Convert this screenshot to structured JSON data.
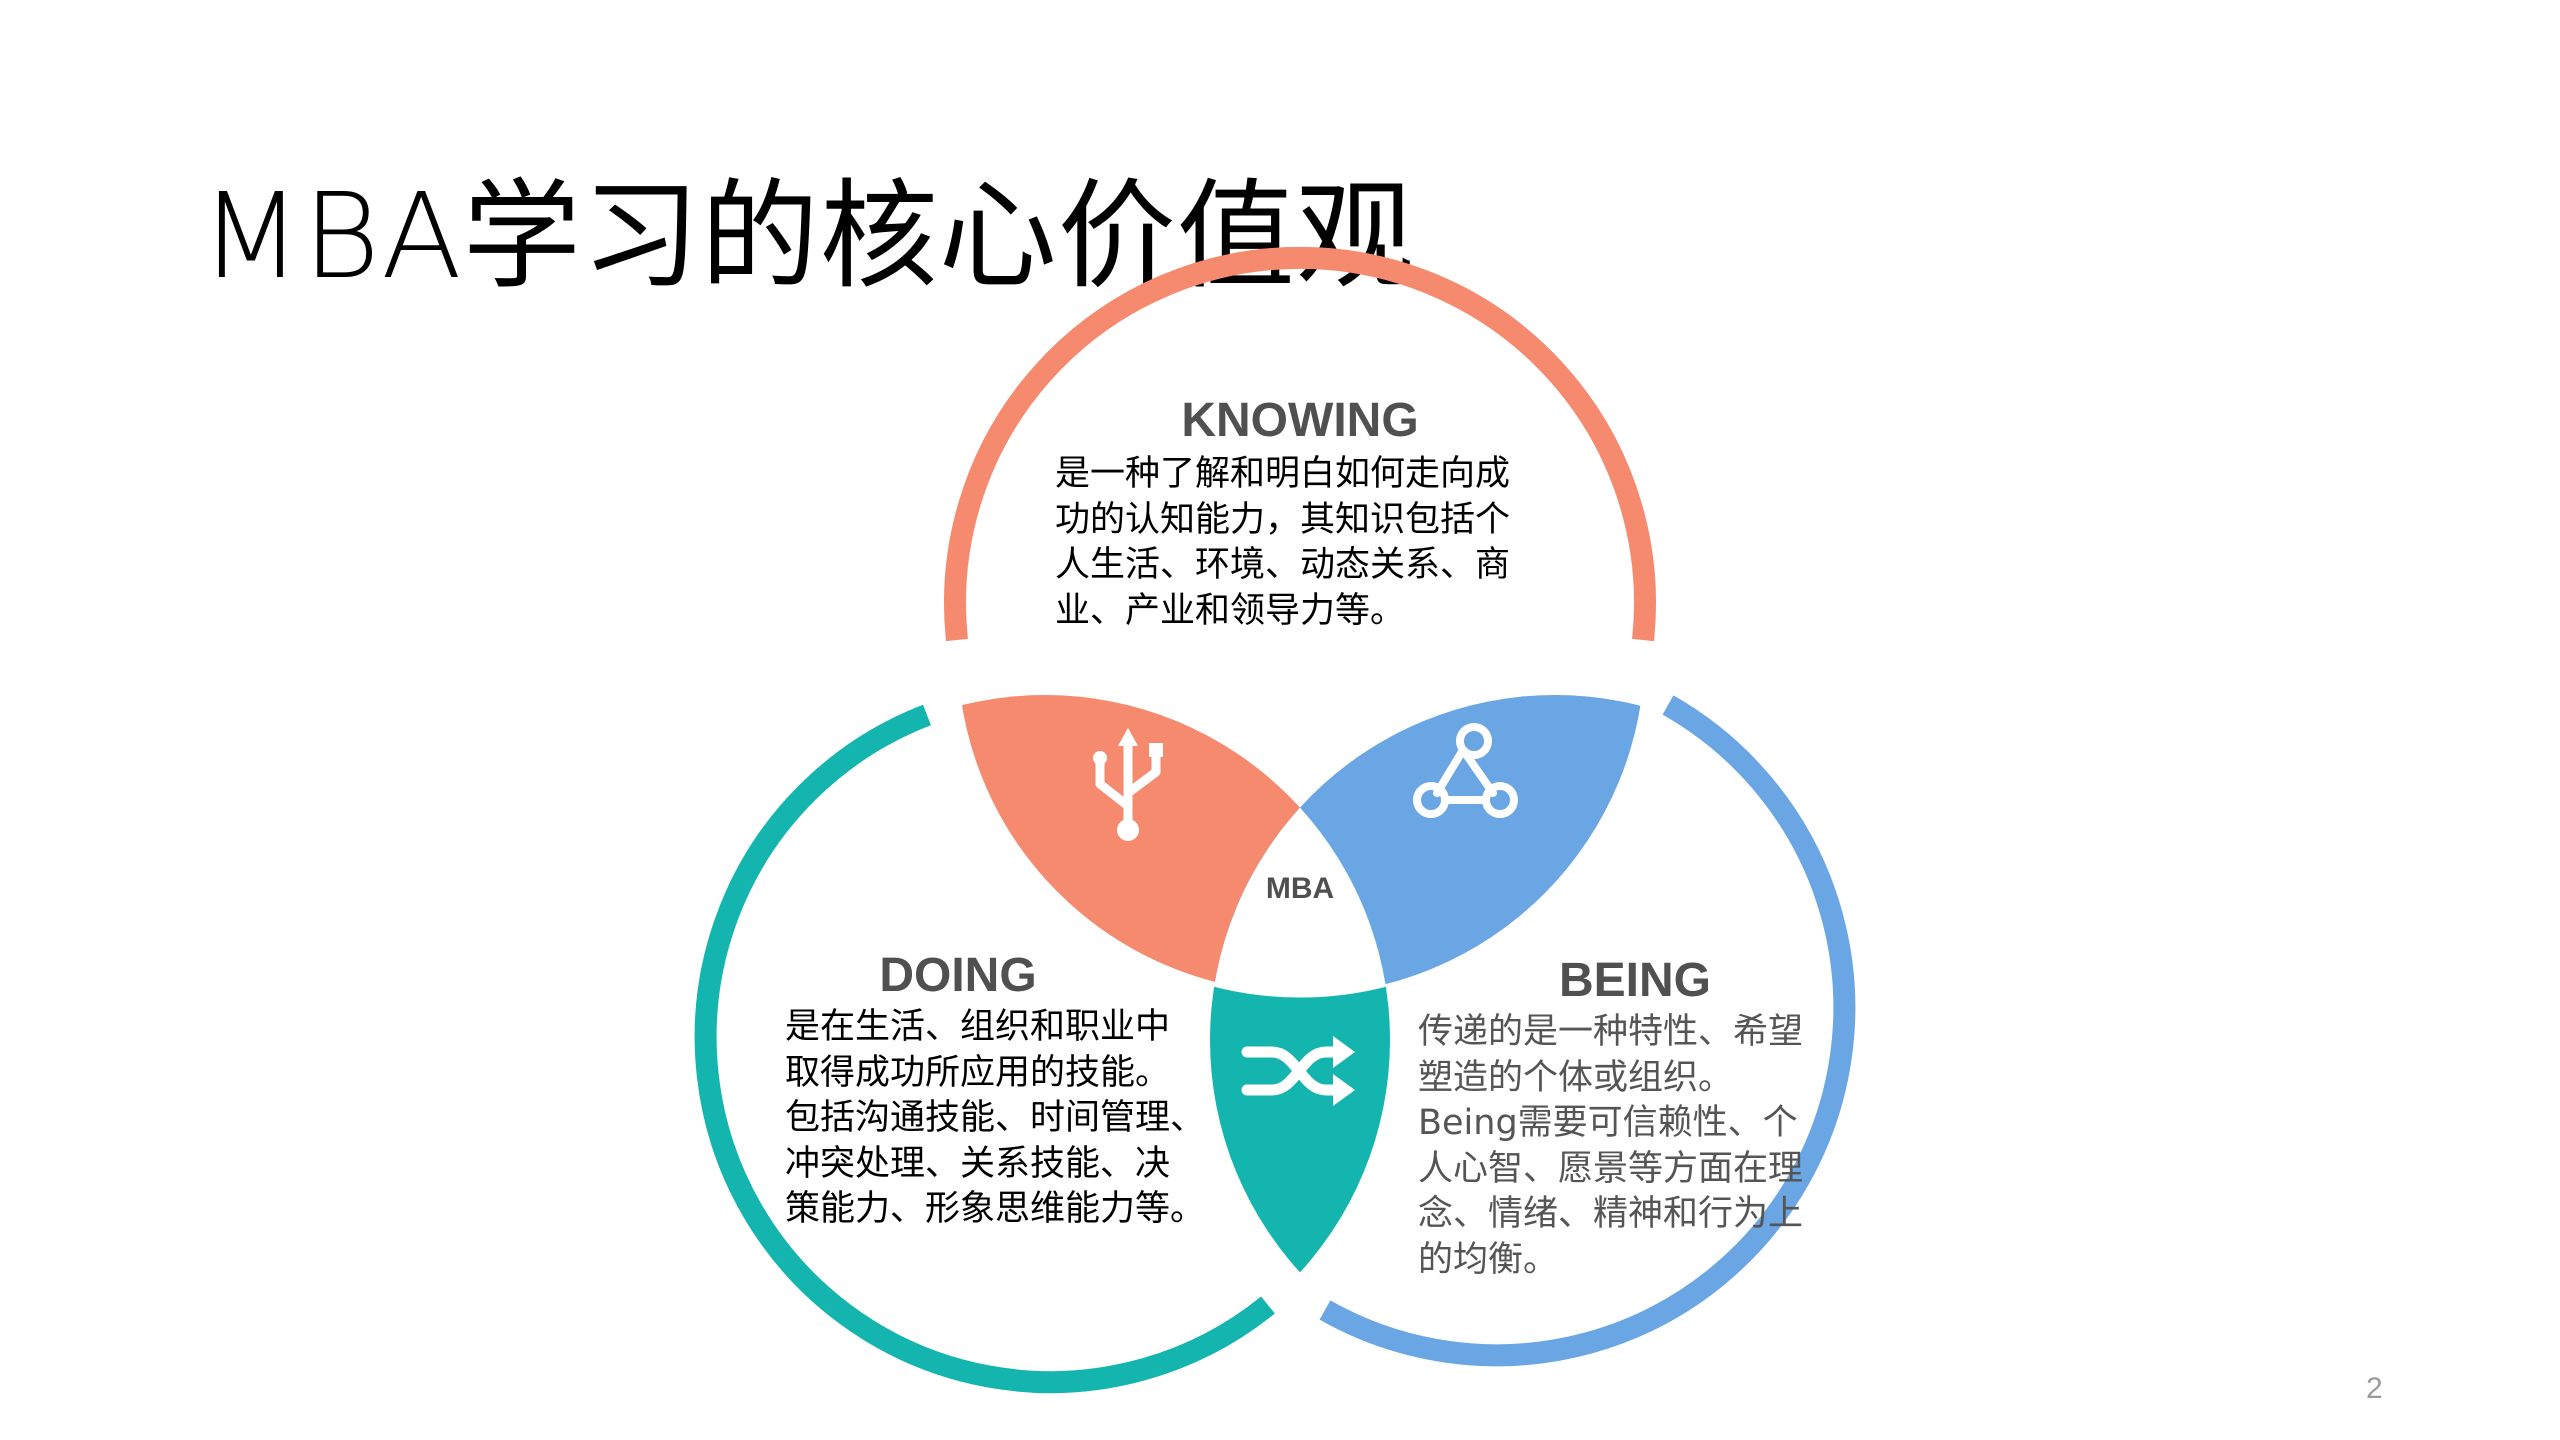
{
  "title": "MBA学习的核心价值观",
  "center_label": "MBA",
  "sections": {
    "knowing": {
      "heading": "KNOWING",
      "lines": [
        "是一种了解和明白如何走向成",
        "功的认知能力，其知识包括个",
        "人生活、环境、动态关系、商",
        "业、产业和领导力等。"
      ],
      "icon": "usb-icon"
    },
    "doing": {
      "heading": "DOING",
      "lines": [
        "是在生活、组织和职业中",
        "取得成功所应用的技能。",
        "包括沟通技能、时间管理、",
        "冲突处理、关系技能、决",
        "策能力、形象思维能力等。"
      ],
      "icon": "shuffle-icon"
    },
    "being": {
      "heading": "BEING",
      "lines": [
        "传递的是一种特性、希望",
        "塑造的个体或组织。",
        "Being需要可信赖性、个",
        "人心智、愿景等方面在理",
        "念、情绪、精神和行为上",
        "的均衡。"
      ],
      "icon": "share-icon"
    }
  },
  "colors": {
    "knowing": "#F58A6E",
    "doing": "#14B5AE",
    "being": "#6AA5E4",
    "heading": "#505050"
  },
  "page_number": "2"
}
